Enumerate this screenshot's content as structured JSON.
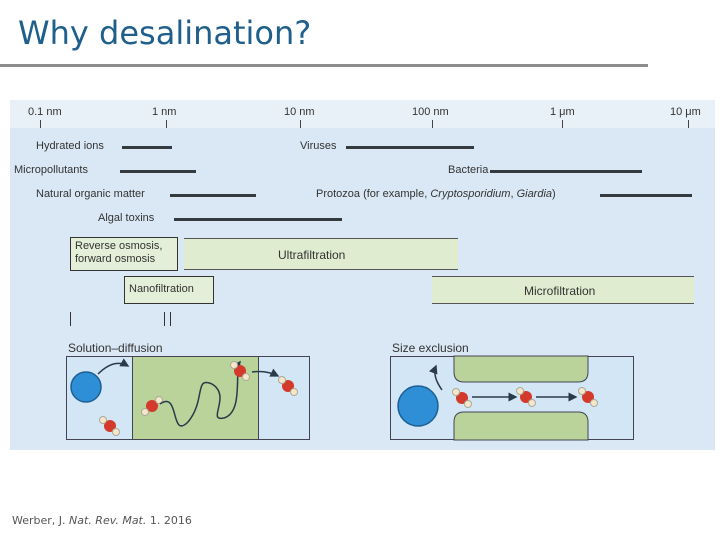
{
  "title": "Why desalination?",
  "scale_ticks": [
    "0.1 nm",
    "1 nm",
    "10 nm",
    "100 nm",
    "1 μm",
    "10 μm"
  ],
  "contaminants": {
    "hydrated_ions": "Hydrated ions",
    "micropollutants": "Micropollutants",
    "natural_organic_matter": "Natural organic matter",
    "algal_toxins": "Algal toxins",
    "viruses": "Viruses",
    "bacteria": "Bacteria",
    "protozoa_prefix": "Protozoa (for example, ",
    "protozoa_ex1": "Cryptosporidium",
    "protozoa_sep": ", ",
    "protozoa_ex2": "Giardia",
    "protozoa_suffix": ")"
  },
  "processes": {
    "ro_line1": "Reverse osmosis,",
    "ro_line2": "forward osmosis",
    "ultrafiltration": "Ultrafiltration",
    "nanofiltration": "Nanofiltration",
    "microfiltration": "Microfiltration"
  },
  "mechanisms": {
    "solution_diffusion": "Solution–diffusion",
    "size_exclusion": "Size exclusion"
  },
  "citation": {
    "author": "Werber, J.",
    "journal": "Nat. Rev. Mat.",
    "issue": "1. 2016"
  },
  "colors": {
    "title": "#1f5f8b",
    "figure_bg": "#d9e8f4",
    "membrane_green": "#b9d39a",
    "solute_blue": "#2f8fd6",
    "oxygen_red": "#d33a2c"
  }
}
